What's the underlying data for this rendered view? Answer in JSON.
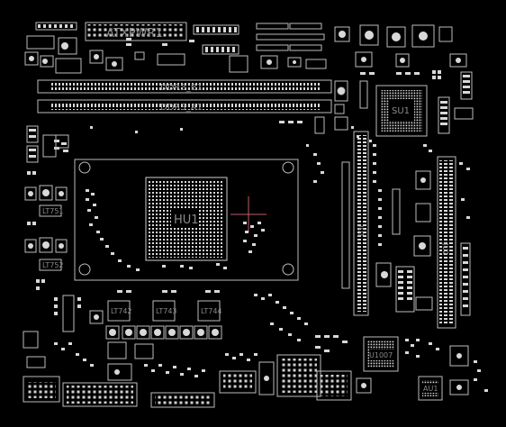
{
  "labels": {
    "atxpwr": "ATXPWR1",
    "ddr3_b1": "DDR3_B1",
    "ddr3_a1": "DDR3_A1",
    "su1": "SU1",
    "hu1": "HU1",
    "u1007": "U1007",
    "au1": "AU1",
    "lt751": "LT751",
    "lt752": "LT752",
    "lt742": "LT742",
    "lt743": "LT743",
    "lt744": "LT744",
    "ju1": "JU1",
    "ju2": "JU2"
  },
  "colors": {
    "background": "#000000",
    "silkscreen": "#bdbdbd",
    "pad": "#dcdcdc",
    "crosshair": "#c0606a"
  }
}
